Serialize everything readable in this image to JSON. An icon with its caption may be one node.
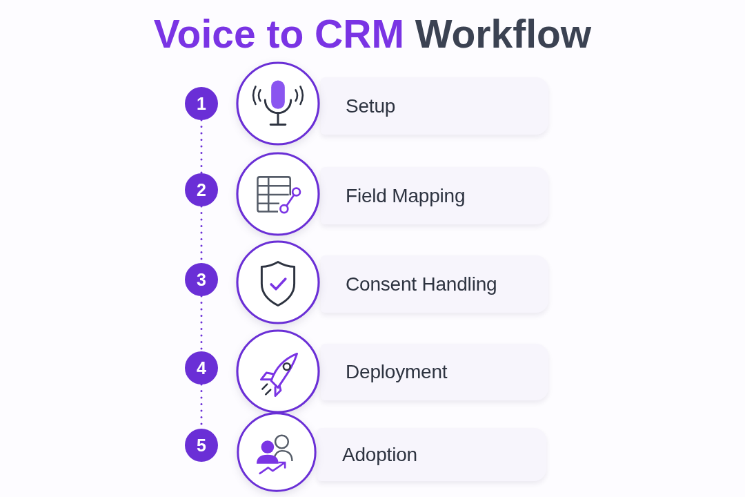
{
  "diagram": {
    "title": "Voice to CRM Workflow",
    "nodes": [
      {
        "text": [
          "1"
        ]
      },
      {
        "text": [
          "Setup"
        ]
      },
      {
        "text": [
          "2"
        ]
      },
      {
        "text": [
          "Field Mapping"
        ]
      },
      {
        "text": [
          "3"
        ]
      },
      {
        "text": [
          "Consent Handling"
        ]
      },
      {
        "text": [
          "4"
        ]
      },
      {
        "text": [
          "Deployment"
        ]
      },
      {
        "text": [
          "5"
        ]
      },
      {
        "text": [
          "Adoption"
        ]
      }
    ],
    "edges": [
      {
        "from": 0,
        "to": 2,
        "arrow": "none",
        "style": "dashed"
      },
      {
        "from": 2,
        "to": 4,
        "arrow": "none",
        "style": "dashed"
      },
      {
        "from": 4,
        "to": 6,
        "arrow": "none",
        "style": "dashed"
      },
      {
        "from": 6,
        "to": 8,
        "arrow": "none",
        "style": "dashed"
      }
    ]
  }
}
